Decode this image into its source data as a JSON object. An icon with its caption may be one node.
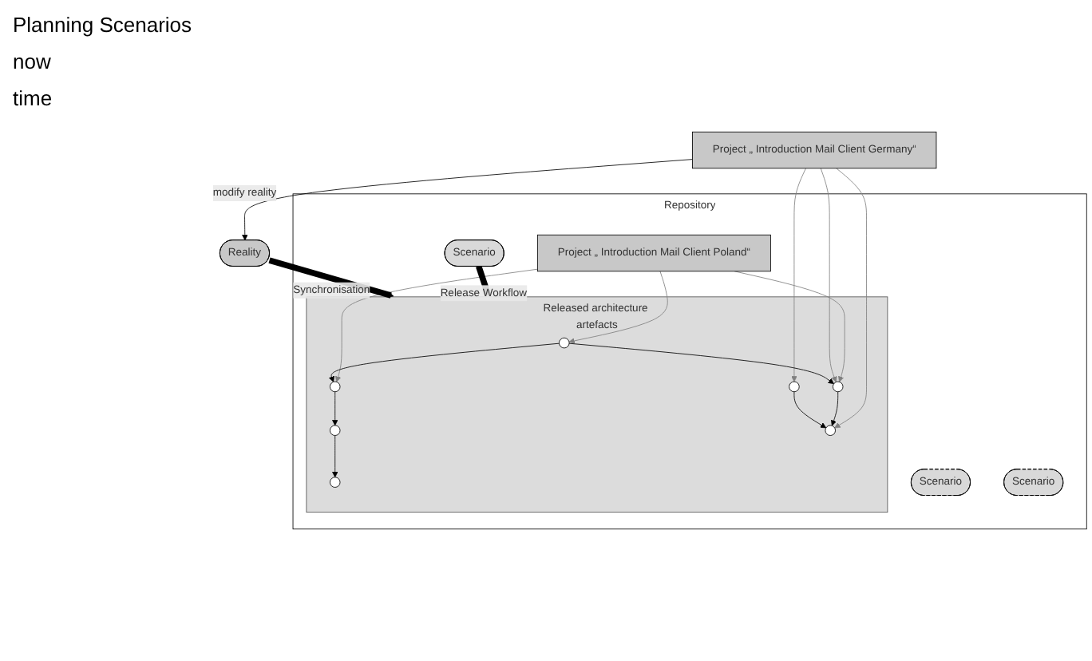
{
  "diagram": {
    "nodes": [
      {
        "text": [
          "Repository"
        ]
      },
      {
        "text": [
          "Project „ Introduction  Mail Client Germany“"
        ]
      },
      {
        "text": [
          "Project „ Introduction  Mail Client Poland“"
        ],
        "in": 0
      },
      {
        "text": [
          "Scenario"
        ],
        "in": 0
      },
      {
        "text": [
          "Scenario"
        ],
        "in": 0
      },
      {
        "text": [
          "Scenario"
        ],
        "in": 0
      },
      {
        "text": [
          "Released architecture artefacts"
        ],
        "in": 0
      },
      {
        "text": [],
        "shape": "circle",
        "in": 6
      },
      {
        "text": [],
        "shape": "circle",
        "in": 6
      },
      {
        "text": [],
        "shape": "circle",
        "in": 6
      },
      {
        "text": [],
        "shape": "circle",
        "in": 6
      },
      {
        "text": [],
        "shape": "circle",
        "in": 6
      },
      {
        "text": [],
        "shape": "circle",
        "in": 6
      },
      {
        "text": [],
        "shape": "circle",
        "in": 6
      },
      {
        "text": [
          "Reality"
        ]
      }
    ],
    "edges": [
      {
        "from": 2,
        "to": 7,
        "arrow": "to",
        "color": "#808080"
      },
      {
        "from": 2,
        "to": 8,
        "arrow": "to",
        "color": "#808080"
      },
      {
        "from": 2,
        "to": 9,
        "arrow": "to",
        "color": "#808080"
      },
      {
        "from": 1,
        "to": 9,
        "arrow": "to",
        "color": "#808080"
      },
      {
        "from": 1,
        "to": 11,
        "arrow": "to",
        "color": "#808080"
      },
      {
        "from": 1,
        "to": 13,
        "arrow": "to",
        "color": "#808080"
      },
      {
        "from": 7,
        "to": 9,
        "arrow": "to"
      },
      {
        "from": 7,
        "to": 8,
        "arrow": "to"
      },
      {
        "from": 9,
        "to": 11,
        "arrow": "to"
      },
      {
        "from": 13,
        "to": 11,
        "arrow": "to"
      },
      {
        "from": 8,
        "to": 10,
        "arrow": "to"
      },
      {
        "from": 10,
        "to": 12,
        "arrow": "to"
      },
      {
        "from": 5,
        "to": 6,
        "arrow": "to",
        "label": "Release Workflow",
        "style": "thick"
      },
      {
        "from": 14,
        "to": 6,
        "arrow": "to",
        "label": "Synchronisation",
        "style": "thick"
      },
      {
        "from": 1,
        "to": 14,
        "arrow": "to",
        "label": "modify reality"
      }
    ],
    "labels": [
      "Planning Scenarios",
      "now",
      "time"
    ]
  }
}
